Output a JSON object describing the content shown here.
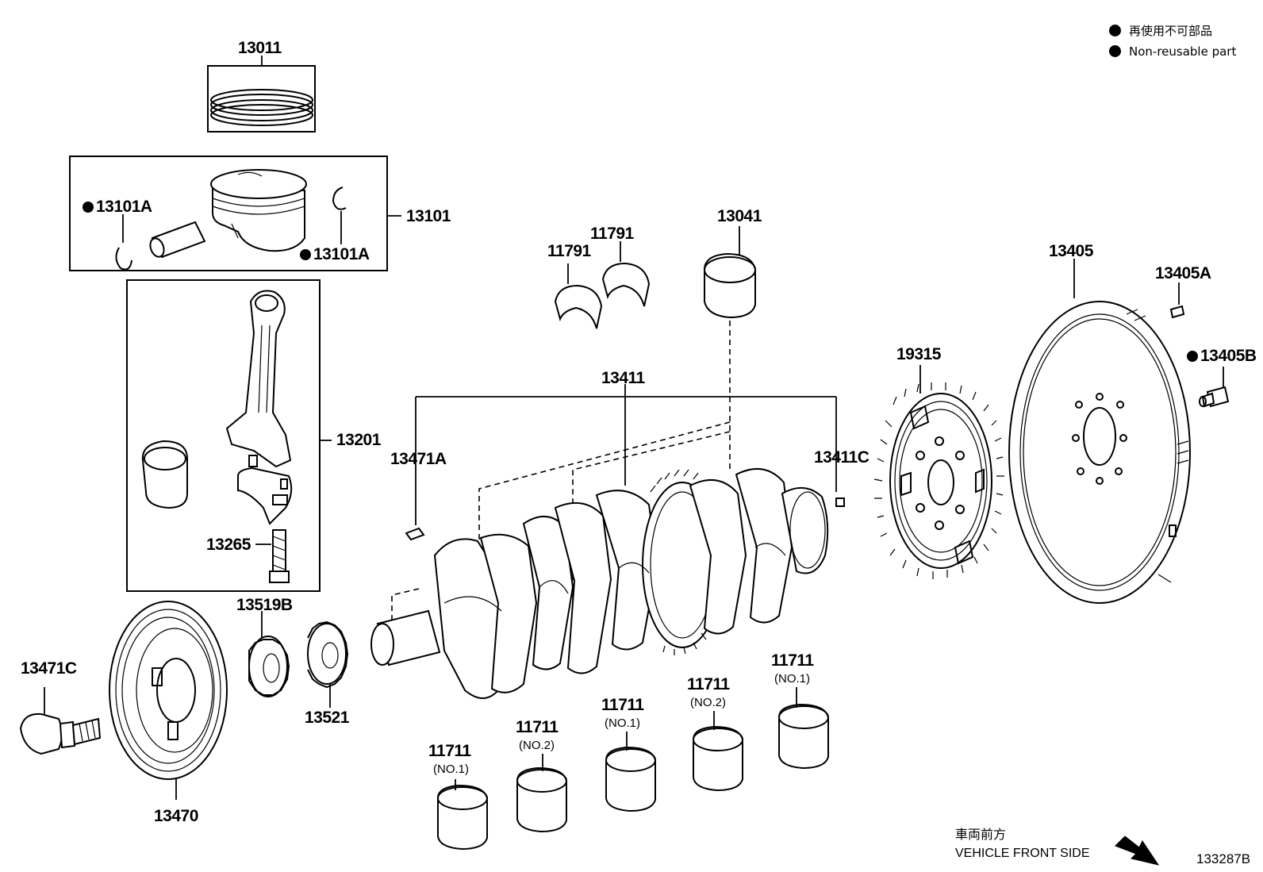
{
  "legend": {
    "jp": "再使用不可部品",
    "en": "Non-reusable part"
  },
  "footer": {
    "direction_jp": "車両前方",
    "direction_en": "VEHICLE FRONT SIDE",
    "diagram_id": "133287B"
  },
  "parts": {
    "p13011": "13011",
    "p13101": "13101",
    "p13101A_left": "13101A",
    "p13101A_right": "13101A",
    "p13201": "13201",
    "p13265": "13265",
    "p13519B": "13519B",
    "p13521": "13521",
    "p13471C": "13471C",
    "p13470": "13470",
    "p13471A": "13471A",
    "p13411": "13411",
    "p13411C": "13411C",
    "p11791_a": "11791",
    "p11791_b": "11791",
    "p13041": "13041",
    "p19315": "19315",
    "p13405": "13405",
    "p13405A": "13405A",
    "p13405B": "13405B",
    "bearings": [
      {
        "number": "11711",
        "variant": "(NO.1)"
      },
      {
        "number": "11711",
        "variant": "(NO.2)"
      },
      {
        "number": "11711",
        "variant": "(NO.1)"
      },
      {
        "number": "11711",
        "variant": "(NO.2)"
      },
      {
        "number": "11711",
        "variant": "(NO.1)"
      }
    ]
  }
}
